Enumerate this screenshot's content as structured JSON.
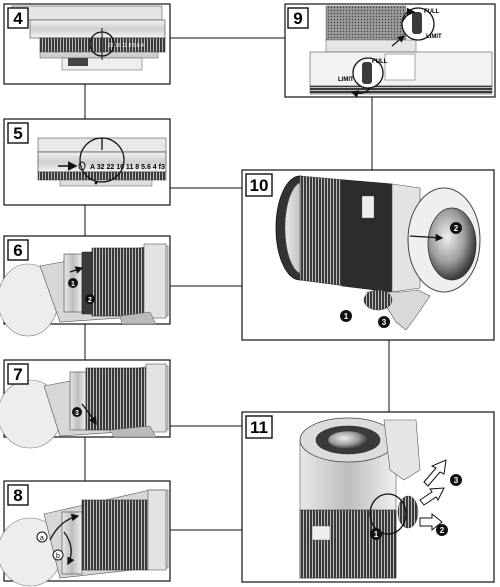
{
  "panels": [
    {
      "id": "4",
      "label": "4"
    },
    {
      "id": "5",
      "label": "5"
    },
    {
      "id": "6",
      "label": "6"
    },
    {
      "id": "7",
      "label": "7"
    },
    {
      "id": "8",
      "label": "8"
    },
    {
      "id": "9",
      "label": "9"
    },
    {
      "id": "10",
      "label": "10"
    },
    {
      "id": "11",
      "label": "11"
    }
  ],
  "aperture_scale": {
    "marks": [
      "A",
      "32",
      "22",
      "16",
      "11",
      "8",
      "5.6",
      "4",
      "f3"
    ],
    "text": "A 32 22 16 11 8 5.6 4 f3"
  },
  "focus_limiter": {
    "full_label": "FULL",
    "limit_label": "LIMIT"
  },
  "callouts": {
    "c1": "1",
    "c2": "2",
    "c3": "3",
    "ca": "a",
    "cb": "b"
  },
  "colors": {
    "line": "#111111",
    "panel_bg": "#ffffff",
    "lens_dark": "#2a2a2a",
    "lens_mid": "#8a8a8a",
    "lens_light": "#d8d8d8"
  }
}
